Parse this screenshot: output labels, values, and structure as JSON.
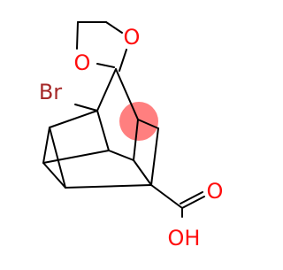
{
  "molecule": {
    "atoms": {
      "o1": {
        "symbol": "O",
        "color": "#ff0d0d"
      },
      "o2": {
        "symbol": "O",
        "color": "#ff0d0d"
      },
      "br": {
        "symbol": "Br",
        "color": "#a62929"
      },
      "o_carbonyl": {
        "symbol": "O",
        "color": "#ff0d0d"
      },
      "oh": {
        "symbol": "OH",
        "color": "#ff0d0d"
      }
    },
    "bond_color": "#000000",
    "highlight_color": "#ff7f7f"
  }
}
